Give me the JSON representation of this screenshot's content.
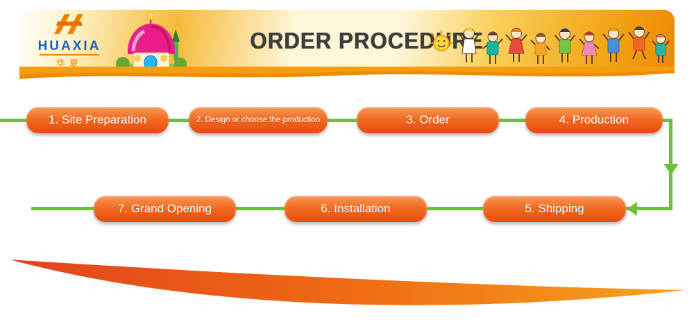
{
  "banner": {
    "title": "ORDER PROCEDURE",
    "logo_text": "HUAXIA",
    "logo_chinese": "华夏"
  },
  "steps_row1": [
    {
      "label": "1. Site Preparation"
    },
    {
      "label": "2. Design or choose the production"
    },
    {
      "label": "3. Order"
    },
    {
      "label": "4. Production"
    }
  ],
  "steps_row2": [
    {
      "label": "7. Grand Opening"
    },
    {
      "label": "6. Installation"
    },
    {
      "label": "5. Shipping"
    }
  ],
  "colors": {
    "step_gradient_top": "#f8995c",
    "step_gradient_bottom": "#e8480f",
    "connector_green": "#6fbf3c",
    "banner_gold": "#f6bb38",
    "banner_wave_orange": "#ef8a06",
    "logo_blue": "#1565c0",
    "logo_orange": "#ef8a00",
    "swoosh_red": "#e2431c",
    "swoosh_orange": "#f7a21e",
    "title_charcoal": "#3d3d3d"
  }
}
